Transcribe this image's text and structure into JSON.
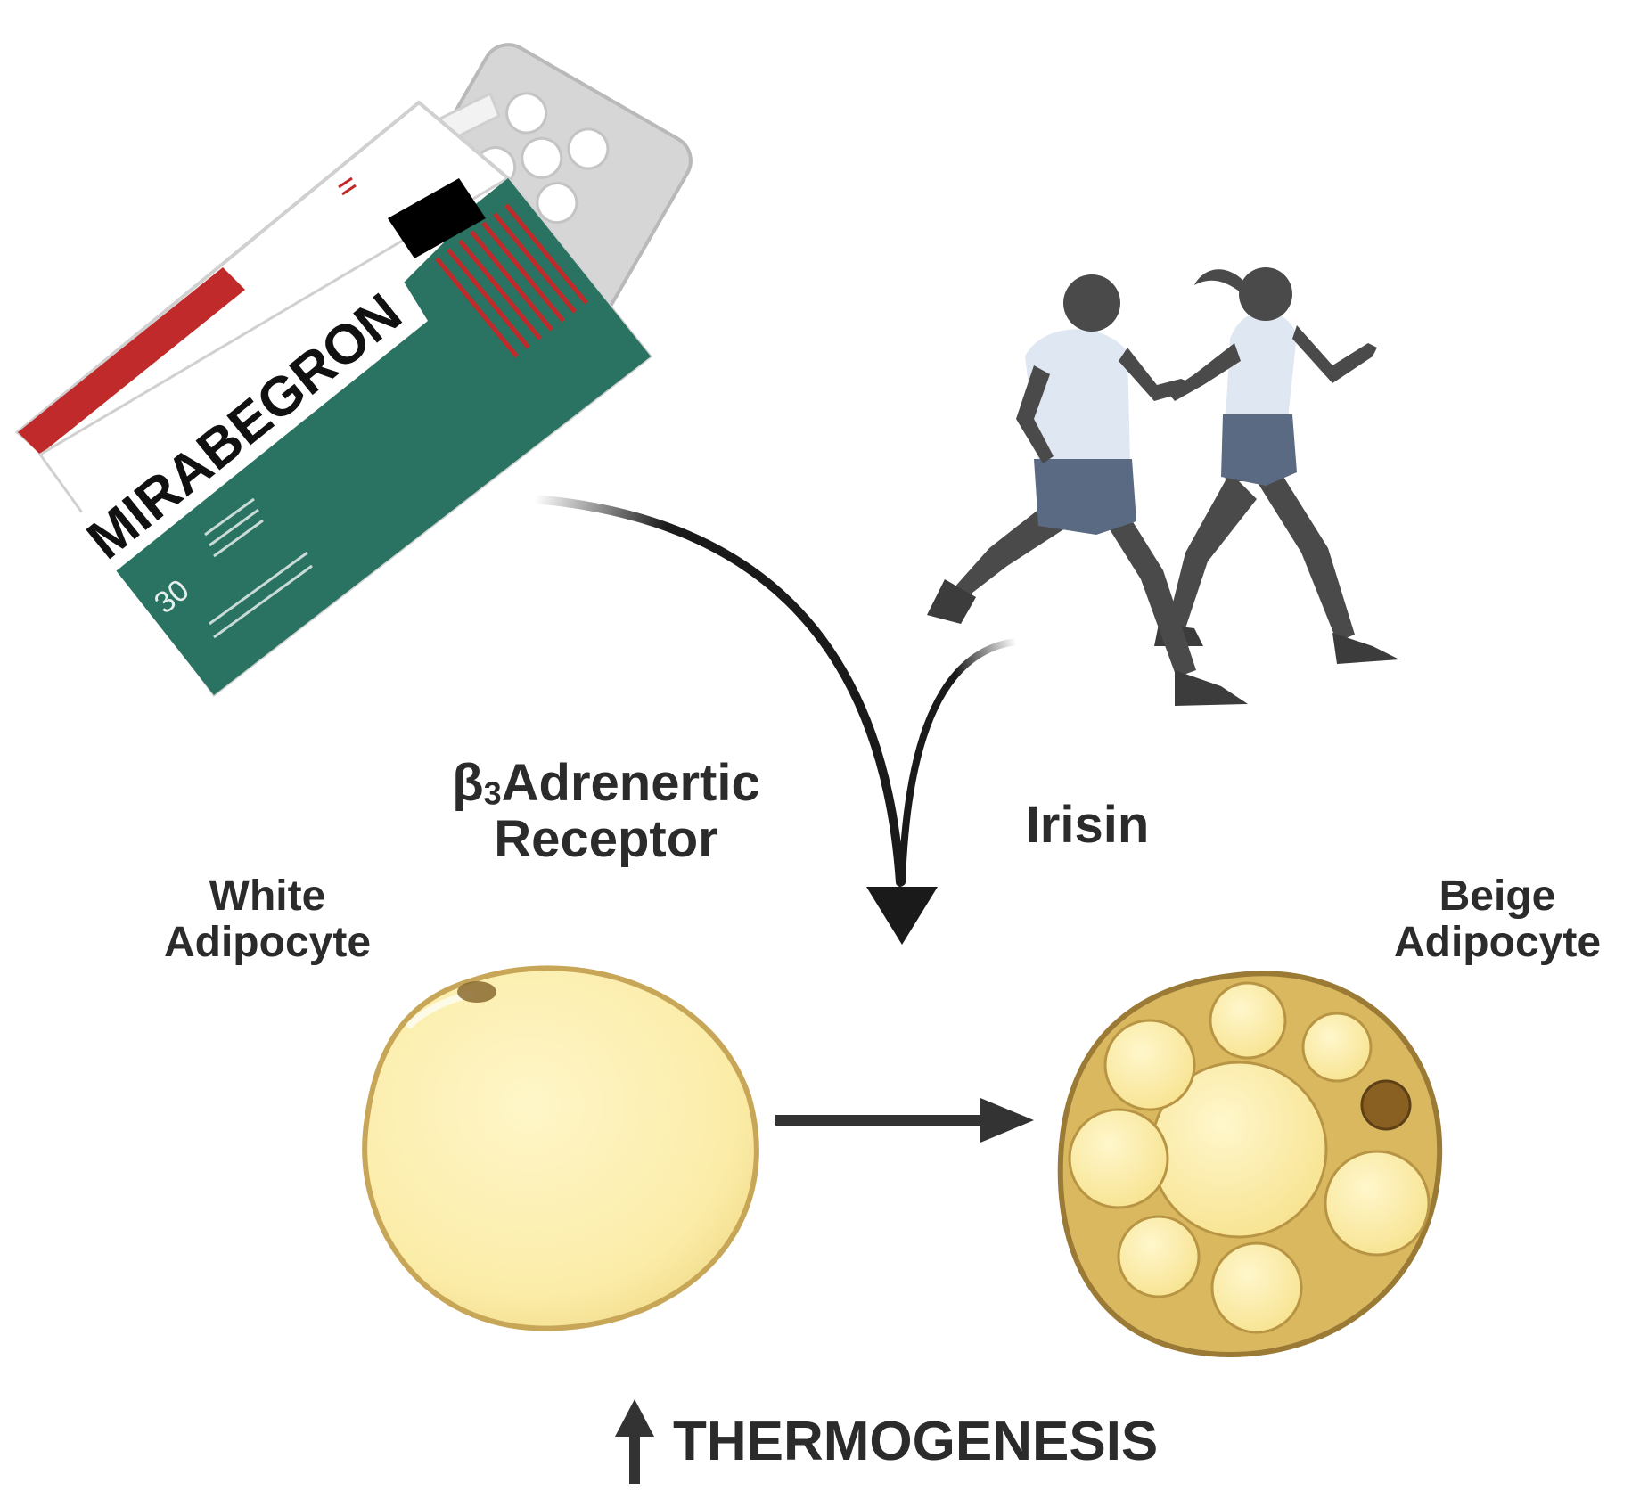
{
  "diagram": {
    "pill_box": {
      "brand": "MIRABEGRON",
      "count": "30",
      "colors": {
        "green": "#2a7362",
        "red": "#c02a2a",
        "white": "#ffffff",
        "black": "#000000"
      }
    },
    "labels": {
      "receptor_prefix": "β",
      "receptor_subscript": "3",
      "receptor_line1_rest": "Adrenertic",
      "receptor_line2": "Receptor",
      "irisin": "Irisin",
      "white_line1": "White",
      "white_line2": "Adipocyte",
      "beige_line1": "Beige",
      "beige_line2": "Adipocyte",
      "thermogenesis": "THERMOGENESIS"
    },
    "colors": {
      "text": "#2b2b2b",
      "arrow": "#1a1a1a",
      "white_cell_fill": "#fbeca8",
      "white_cell_edge": "#c7a757",
      "beige_cell_fill": "#d9b860",
      "beige_droplet": "#fcedaa",
      "runner_skin": "#4a4a4a",
      "runner_shirt": "#dfe7f2",
      "runner_shorts": "#5a6a82"
    }
  }
}
